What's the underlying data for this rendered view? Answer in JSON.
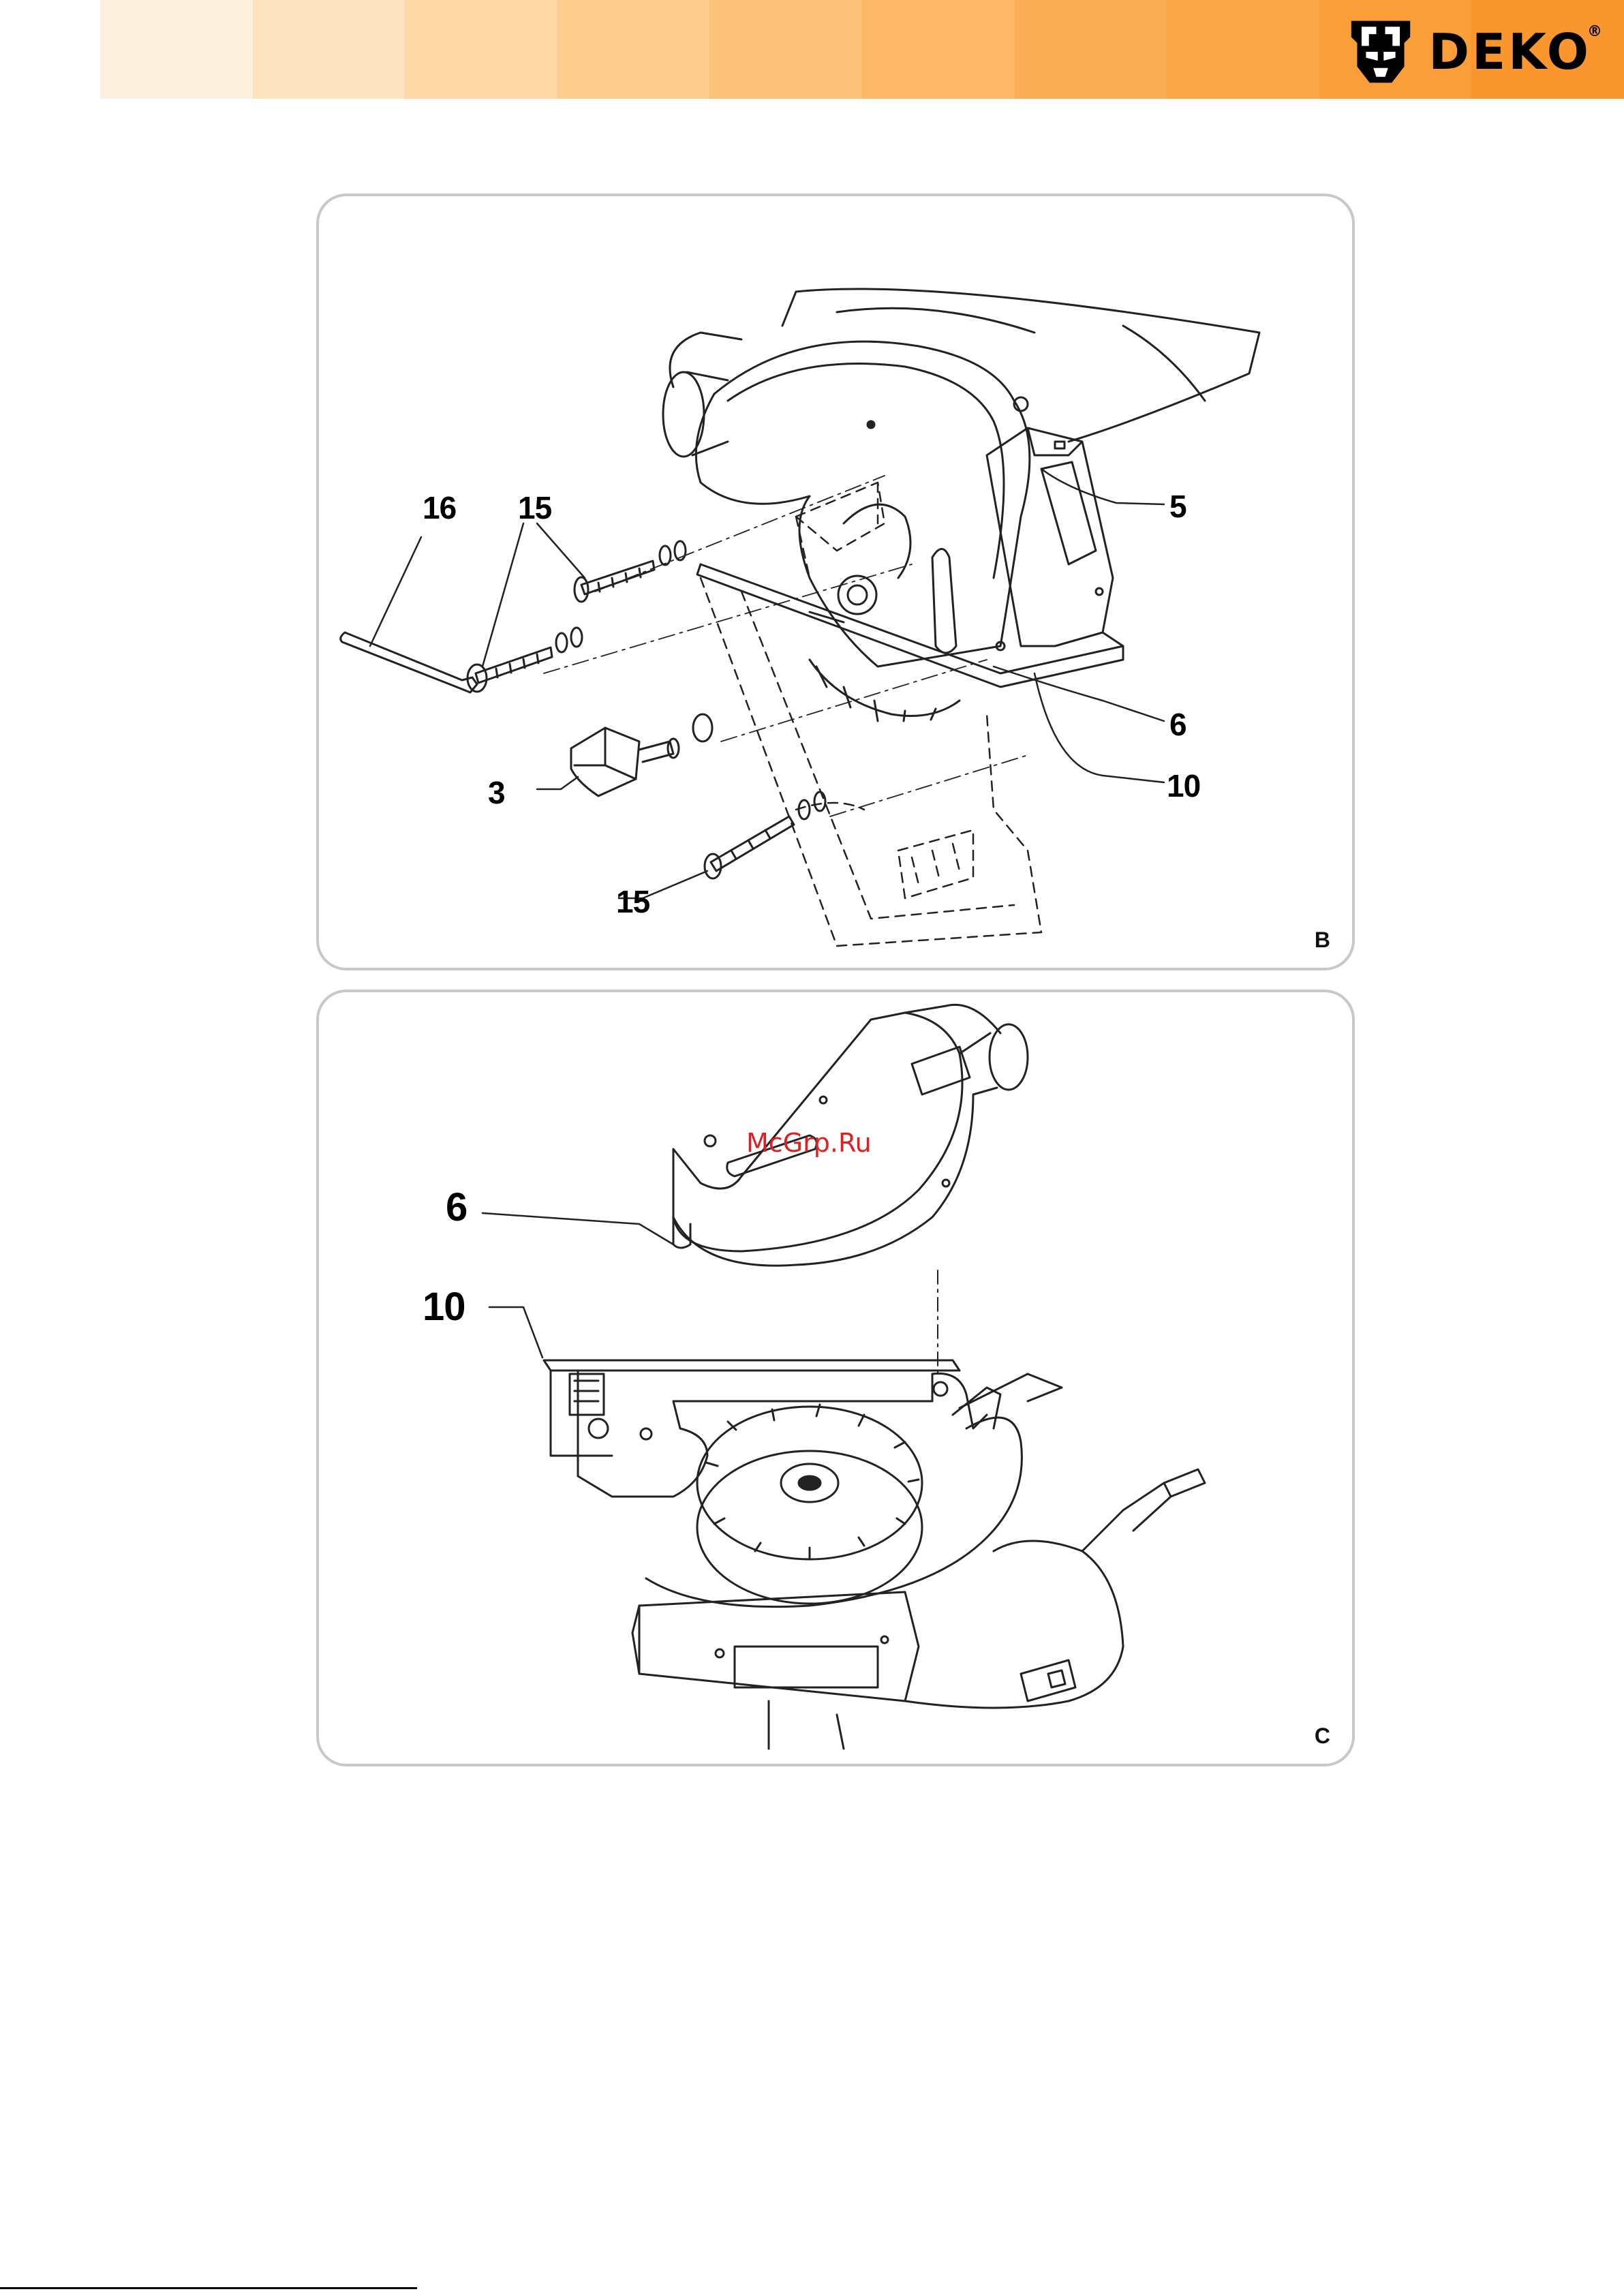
{
  "header": {
    "band_colors": [
      "#fdf0df",
      "#fde3c0",
      "#fdd8a6",
      "#fdcd8f",
      "#fdc27a",
      "#fcb867",
      "#fcae56",
      "#fba647",
      "#fa9e3a",
      "#f9962d"
    ],
    "brand": {
      "name": "DEKO",
      "trademark": "®",
      "mark_icon": "deko-helmet-logo-icon"
    }
  },
  "figure_b": {
    "letter": "B",
    "callouts": {
      "c16": "16",
      "c15_top": "15",
      "c5": "5",
      "c6": "6",
      "c10": "10",
      "c3": "3",
      "c15_bottom": "15"
    }
  },
  "figure_c": {
    "letter": "C",
    "callouts": {
      "c6": "6",
      "c10": "10"
    }
  },
  "watermark": "McGrp.Ru"
}
